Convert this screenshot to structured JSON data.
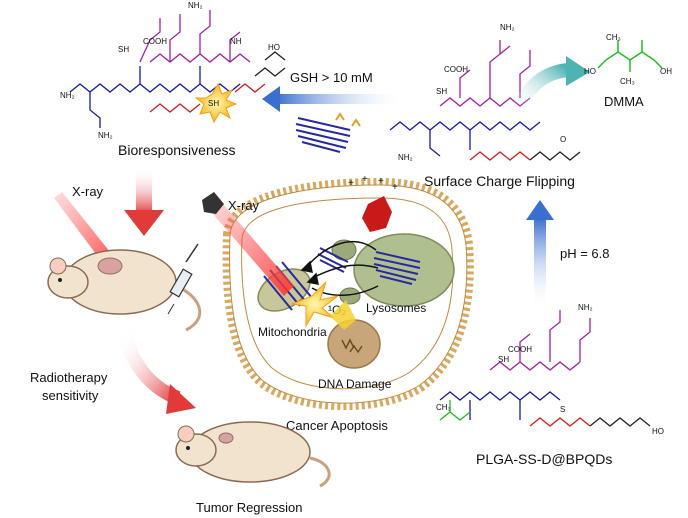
{
  "labels": {
    "bioresponsiveness": "Bioresponsiveness",
    "gsh": "GSH > 10 mM",
    "dmma": "DMMA",
    "charge_flip": "Surface Charge Flipping",
    "ph": "pH = 6.8",
    "xray_left": "X-ray",
    "xray_cell": "X-ray",
    "lysosomes": "Lysosomes",
    "mitochondria": "Mitochondria",
    "singlet_oxygen": "¹O₂",
    "dna_damage": "DNA Damage",
    "cancer_apoptosis": "Cancer Apoptosis",
    "radio_line1": "Radiotherapy",
    "radio_line2": "sensitivity",
    "tumor_regression": "Tumor Regression",
    "nanoparticle": "PLGA-SS-D@BPQDs",
    "dmma_atoms": {
      "ch3": "CH₃",
      "oh_left": "HO",
      "oh_right": "OH",
      "o": "O"
    },
    "chem": {
      "nh2": "NH₂",
      "nh": "NH",
      "cooh": "COOH",
      "sh": "SH",
      "s": "S",
      "o": "O",
      "ho": "HO"
    }
  },
  "colors": {
    "chain_blue": "#1a1aa8",
    "chain_purple": "#a020a0",
    "chain_red": "#d21e1e",
    "dmma_green": "#22bb22",
    "arrow_blue": "#3a6fd0",
    "arrow_red": "#e23a3a",
    "arrow_teal": "#4fb3b3",
    "membrane": "#d8a860",
    "mito": "#c7c79a",
    "lysosome": "#9aaa7a",
    "nucleus": "#c9a57a",
    "flash": "#f6d230",
    "mouse_body": "#f2e3cf"
  }
}
